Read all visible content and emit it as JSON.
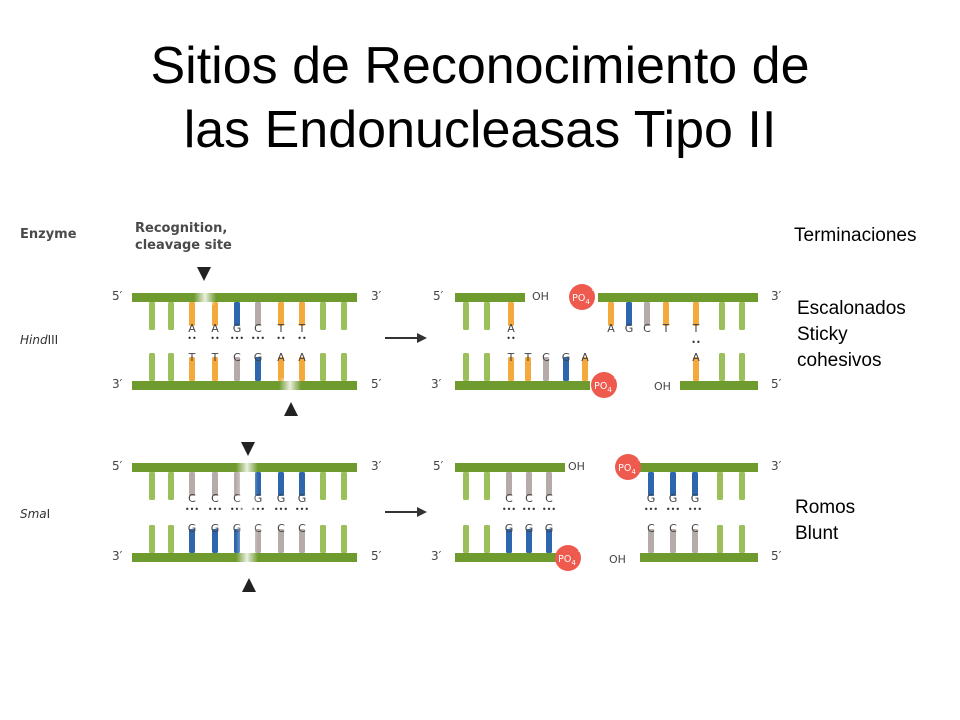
{
  "title": {
    "line1": "Sitios de Reconocimiento de",
    "line2": "las Endonucleasas Tipo II"
  },
  "table": {
    "col_enzyme": "Enzyme",
    "col_site_line1": "Recognition,",
    "col_site_line2": "cleavage site"
  },
  "strand_labels": {
    "five": "5′",
    "three": "3′"
  },
  "end_labels": {
    "oh": "OH",
    "po4": "PO",
    "po4_sub": "4",
    "po4_charge": "−"
  },
  "enzymes": [
    {
      "prefix": "Hind",
      "suffix": "III",
      "top_seq": [
        "A",
        "A",
        "G",
        "C",
        "T",
        "T"
      ],
      "bottom_seq": [
        "T",
        "T",
        "C",
        "G",
        "A",
        "A"
      ],
      "bonds": [
        "••",
        "••",
        "•••",
        "•••",
        "••",
        "••"
      ]
    },
    {
      "prefix": "Sma",
      "suffix": "I",
      "top_seq": [
        "C",
        "C",
        "C",
        "G",
        "G",
        "G"
      ],
      "bottom_seq": [
        "G",
        "G",
        "G",
        "C",
        "C",
        "C"
      ],
      "bonds": [
        "•••",
        "•••",
        "•••",
        "•••",
        "•••",
        "•••"
      ]
    }
  ],
  "side_labels": {
    "terminaciones": "Terminaciones",
    "sticky": [
      "Escalonados",
      "Sticky",
      "cohesivos"
    ],
    "blunt": [
      "Romos",
      "Blunt"
    ]
  },
  "colors": {
    "backbone": "#6f9a2e",
    "stick": "#9bbf5a",
    "A": "#f3a93c",
    "T": "#f3a93c",
    "G": "#2e66ad",
    "C": "#b5aba8",
    "phosphate": "#ef5a4f"
  }
}
